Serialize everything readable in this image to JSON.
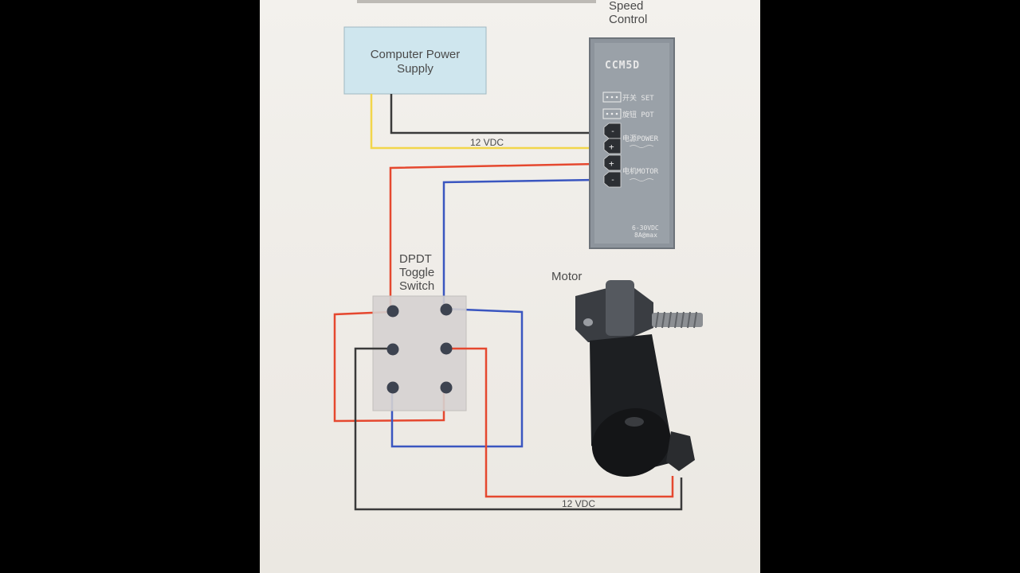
{
  "diagram": {
    "speed_control_label_line1": "Speed",
    "speed_control_label_line2": "Control",
    "power_supply_line1": "Computer Power",
    "power_supply_line2": "Supply",
    "controller": {
      "model": "CCM5D",
      "row_set": "开关 SET",
      "row_pot": "旋钮 POT",
      "row_power": "电源POWER",
      "row_motor": "电机MOTOR",
      "terminal_minus": "-",
      "terminal_plus": "+",
      "rating_line1": "6-30VDC",
      "rating_line2": "8A@max"
    },
    "voltage_label_top": "12 VDC",
    "voltage_label_bottom": "12 VDC",
    "switch_label_line1": "DPDT",
    "switch_label_line2": "Toggle",
    "switch_label_line3": "Switch",
    "motor_label": "Motor"
  },
  "colors": {
    "black_wire": "#3a3a3a",
    "yellow_wire": "#f2d64b",
    "red_wire": "#e5482f",
    "blue_wire": "#3a56c0",
    "supply_box": "#cfe6ee",
    "controller_body": "#8d949c",
    "switch_box": "#d5d2d0"
  }
}
